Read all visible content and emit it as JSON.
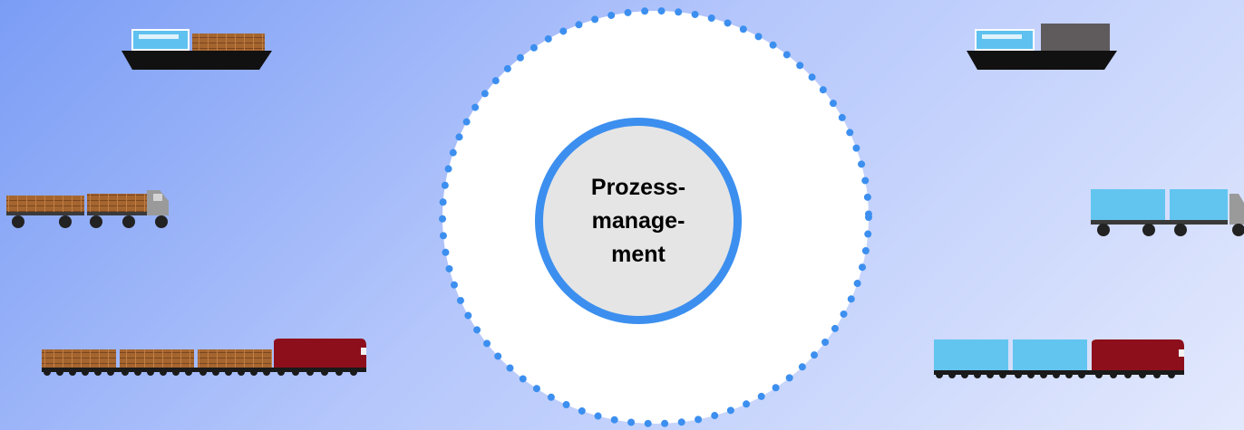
{
  "hub": {
    "label": "Prozess-\nmanage-\nment",
    "ring_color": "#3c8fef",
    "dot_color": "#3c8fef",
    "inner_fill": "#e5e5e5",
    "outer_fill": "#ffffff"
  },
  "vehicles": {
    "left": [
      {
        "name": "ship-timber-icon",
        "cargo": "timber"
      },
      {
        "name": "truck-timber-icon",
        "cargo": "timber"
      },
      {
        "name": "train-timber-icon",
        "cargo": "timber"
      }
    ],
    "right": [
      {
        "name": "ship-container-icon",
        "cargo": "container"
      },
      {
        "name": "truck-container-icon",
        "cargo": "container"
      },
      {
        "name": "train-container-icon",
        "cargo": "container"
      }
    ]
  },
  "colors": {
    "timber": "#a5652f",
    "container": "#62c5f0",
    "locomotive": "#8d0f1c",
    "hull": "#111111",
    "cabin": "#5fc1ef",
    "cab_gray": "#9a9a9a"
  }
}
